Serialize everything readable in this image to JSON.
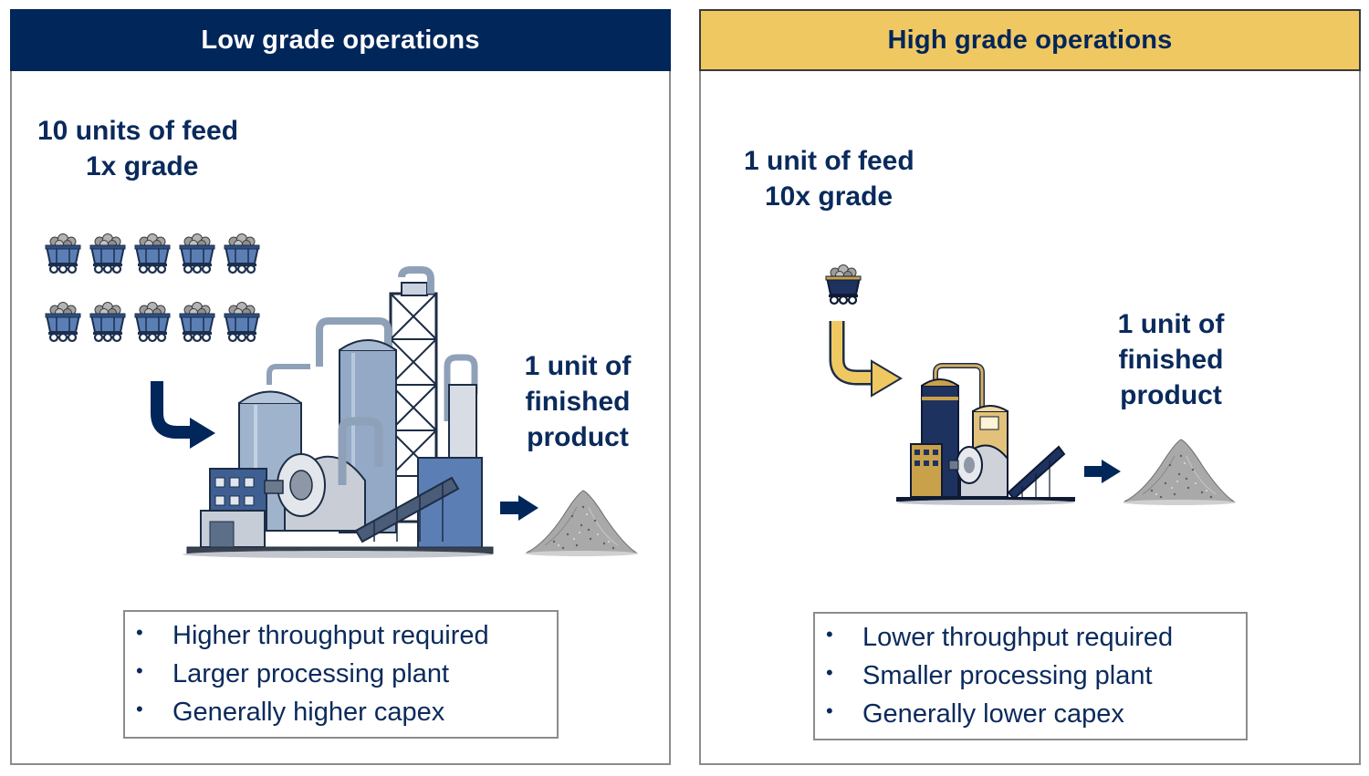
{
  "left": {
    "header": "Low grade operations",
    "feed_line1": "10 units of feed",
    "feed_line2": "1x grade",
    "product_line1": "1 unit of",
    "product_line2": "finished",
    "product_line3": "product",
    "bullets": [
      "Higher throughput required",
      "Larger processing plant",
      "Generally higher capex"
    ],
    "cart_count": 10
  },
  "right": {
    "header": "High grade operations",
    "feed_line1": "1 unit of feed",
    "feed_line2": "10x grade",
    "product_line1": "1 unit of",
    "product_line2": "finished",
    "product_line3": "product",
    "bullets": [
      "Lower throughput required",
      "Smaller processing plant",
      "Generally lower capex"
    ],
    "cart_count": 1
  },
  "colors": {
    "navy": "#00265a",
    "gold": "#f0c862",
    "text": "#0a2a5c",
    "border": "#8c8c8c"
  },
  "icons": [
    "ore-cart-icon",
    "processing-plant-icon",
    "curved-arrow-icon",
    "right-arrow-icon",
    "gravel-pile-icon"
  ]
}
